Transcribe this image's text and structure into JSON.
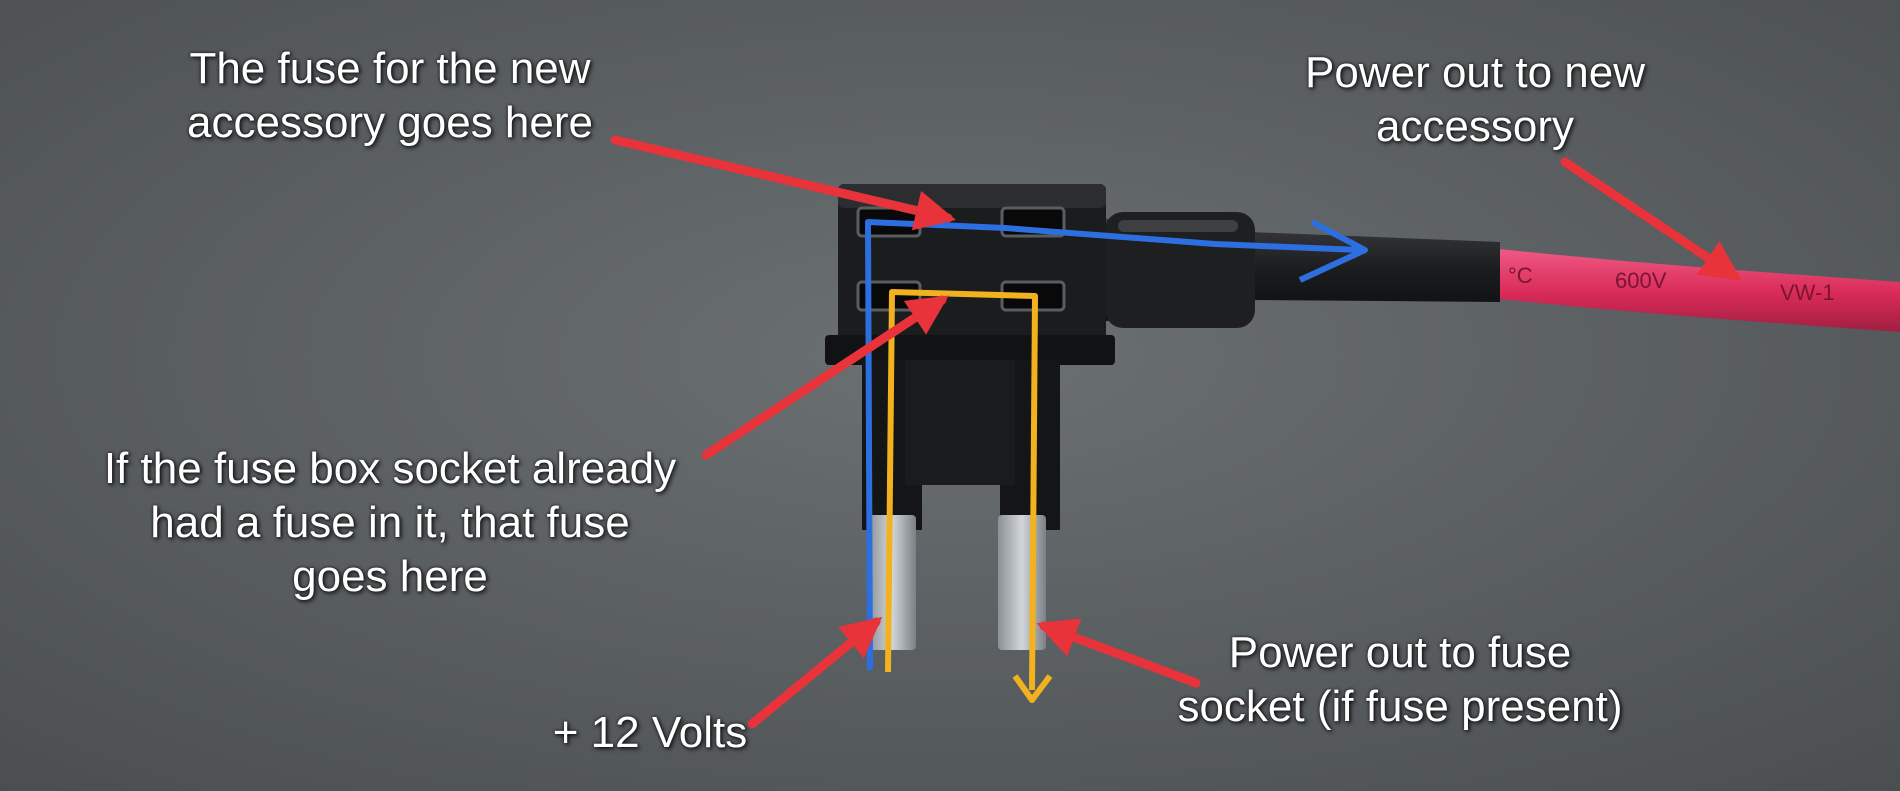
{
  "colors": {
    "background": "#5d6163",
    "arrow_red": "#e8333a",
    "path_blue": "#2d6fe0",
    "path_yellow": "#f2b21f",
    "wire_red": "#e0305a",
    "caption_text": "#ffffff"
  },
  "captions": {
    "fuse_new": [
      "The fuse for the new",
      "accessory goes here"
    ],
    "power_accessory": [
      "Power out to new",
      "accessory"
    ],
    "existing_fuse": [
      "If the fuse box socket already",
      "had a fuse in it, that fuse",
      "goes here"
    ],
    "plus_12v": [
      "+ 12 Volts"
    ],
    "power_socket": [
      "Power out to fuse",
      "socket (if fuse present)"
    ]
  },
  "wire_print": "°C  600V  VW-1"
}
